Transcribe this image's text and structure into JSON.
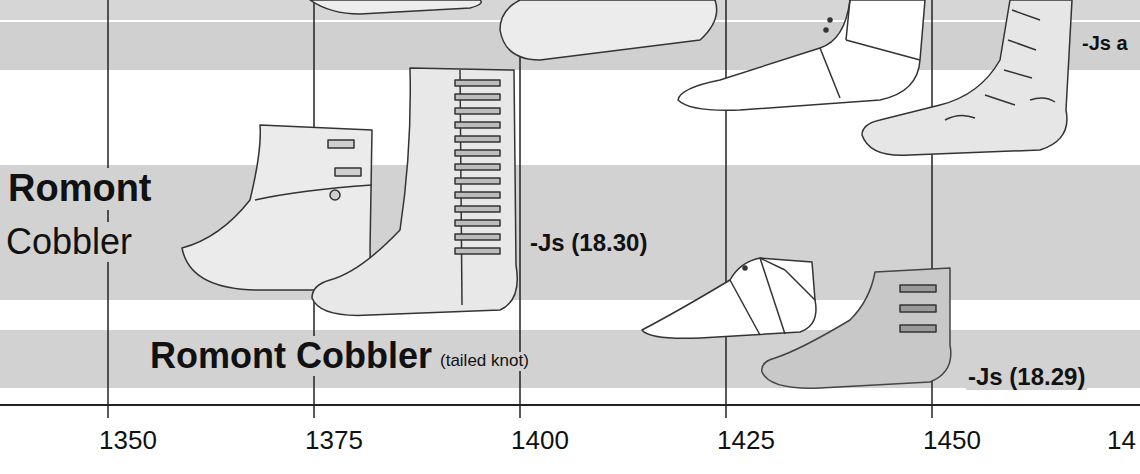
{
  "diagram": {
    "labels": [
      "-Js a",
      "Romont",
      "Cobbler",
      "-Js (18.30)",
      "Romont Cobbler",
      "(tailed knot)",
      "-Js (18.29)",
      "1350",
      "1375",
      "1400",
      "1425",
      "1450",
      "14"
    ]
  }
}
